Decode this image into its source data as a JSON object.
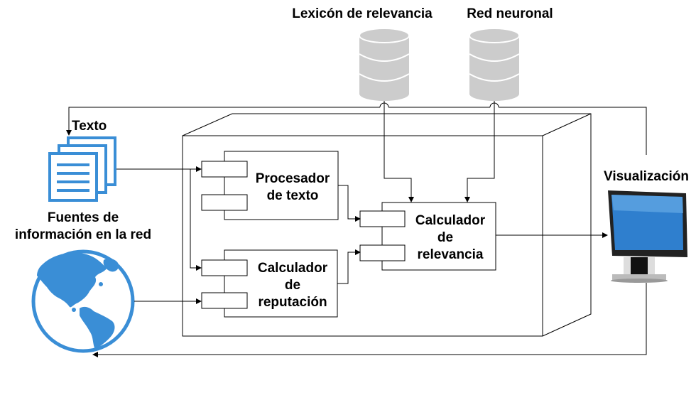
{
  "labels": {
    "lexicon": "Lexicón de relevancia",
    "neural_net": "Red neuronal",
    "text": "Texto",
    "sources_line1": "Fuentes de",
    "sources_line2": "información en la red",
    "visualization": "Visualización"
  },
  "components": {
    "text_processor": {
      "line1": "Procesador",
      "line2": "de texto"
    },
    "reputation_calc": {
      "line1": "Calculador",
      "line2": "de",
      "line3": "reputación"
    },
    "relevance_calc": {
      "line1": "Calculador",
      "line2": "de",
      "line3": "relevancia"
    }
  },
  "colors": {
    "db_fill": "#cccccc",
    "db_stroke": "#ffffff",
    "doc_icon": "#3a8ed6",
    "globe_ocean": "#ffffff",
    "globe_land": "#3a8ed6",
    "monitor_screen": "#2f7fce",
    "monitor_body": "#222222"
  },
  "icons": {
    "lexicon": "database-icon",
    "neural_net": "database-icon",
    "text": "documents-icon",
    "sources": "globe-icon",
    "visualization": "monitor-icon"
  }
}
